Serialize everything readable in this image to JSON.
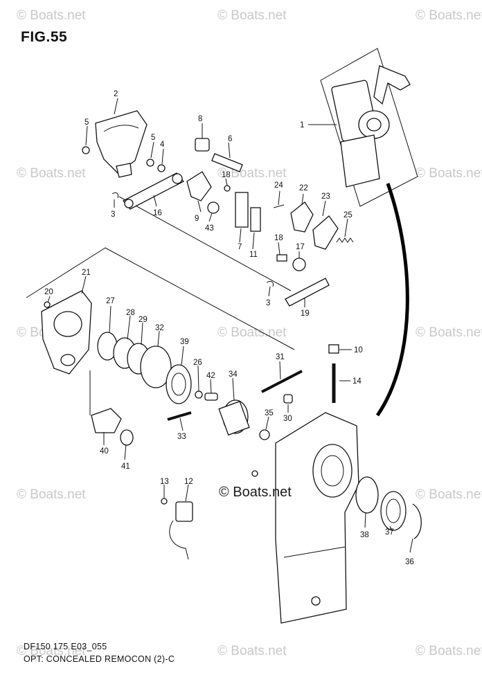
{
  "figure": {
    "title": "FIG.55",
    "code": "DF150 175 E03_055",
    "description": "OPT: CONCEALED REMOCON (2)-C"
  },
  "watermark": {
    "text": "© Boats.net",
    "center_text": "© Boats.net"
  },
  "callouts": [
    "1",
    "2",
    "3",
    "3",
    "4",
    "5",
    "5",
    "6",
    "7",
    "8",
    "9",
    "10",
    "11",
    "12",
    "13",
    "14",
    "16",
    "17",
    "18",
    "18",
    "19",
    "20",
    "21",
    "22",
    "23",
    "24",
    "25",
    "26",
    "27",
    "28",
    "29",
    "30",
    "31",
    "32",
    "33",
    "34",
    "35",
    "36",
    "37",
    "38",
    "39",
    "40",
    "41",
    "42",
    "43"
  ]
}
